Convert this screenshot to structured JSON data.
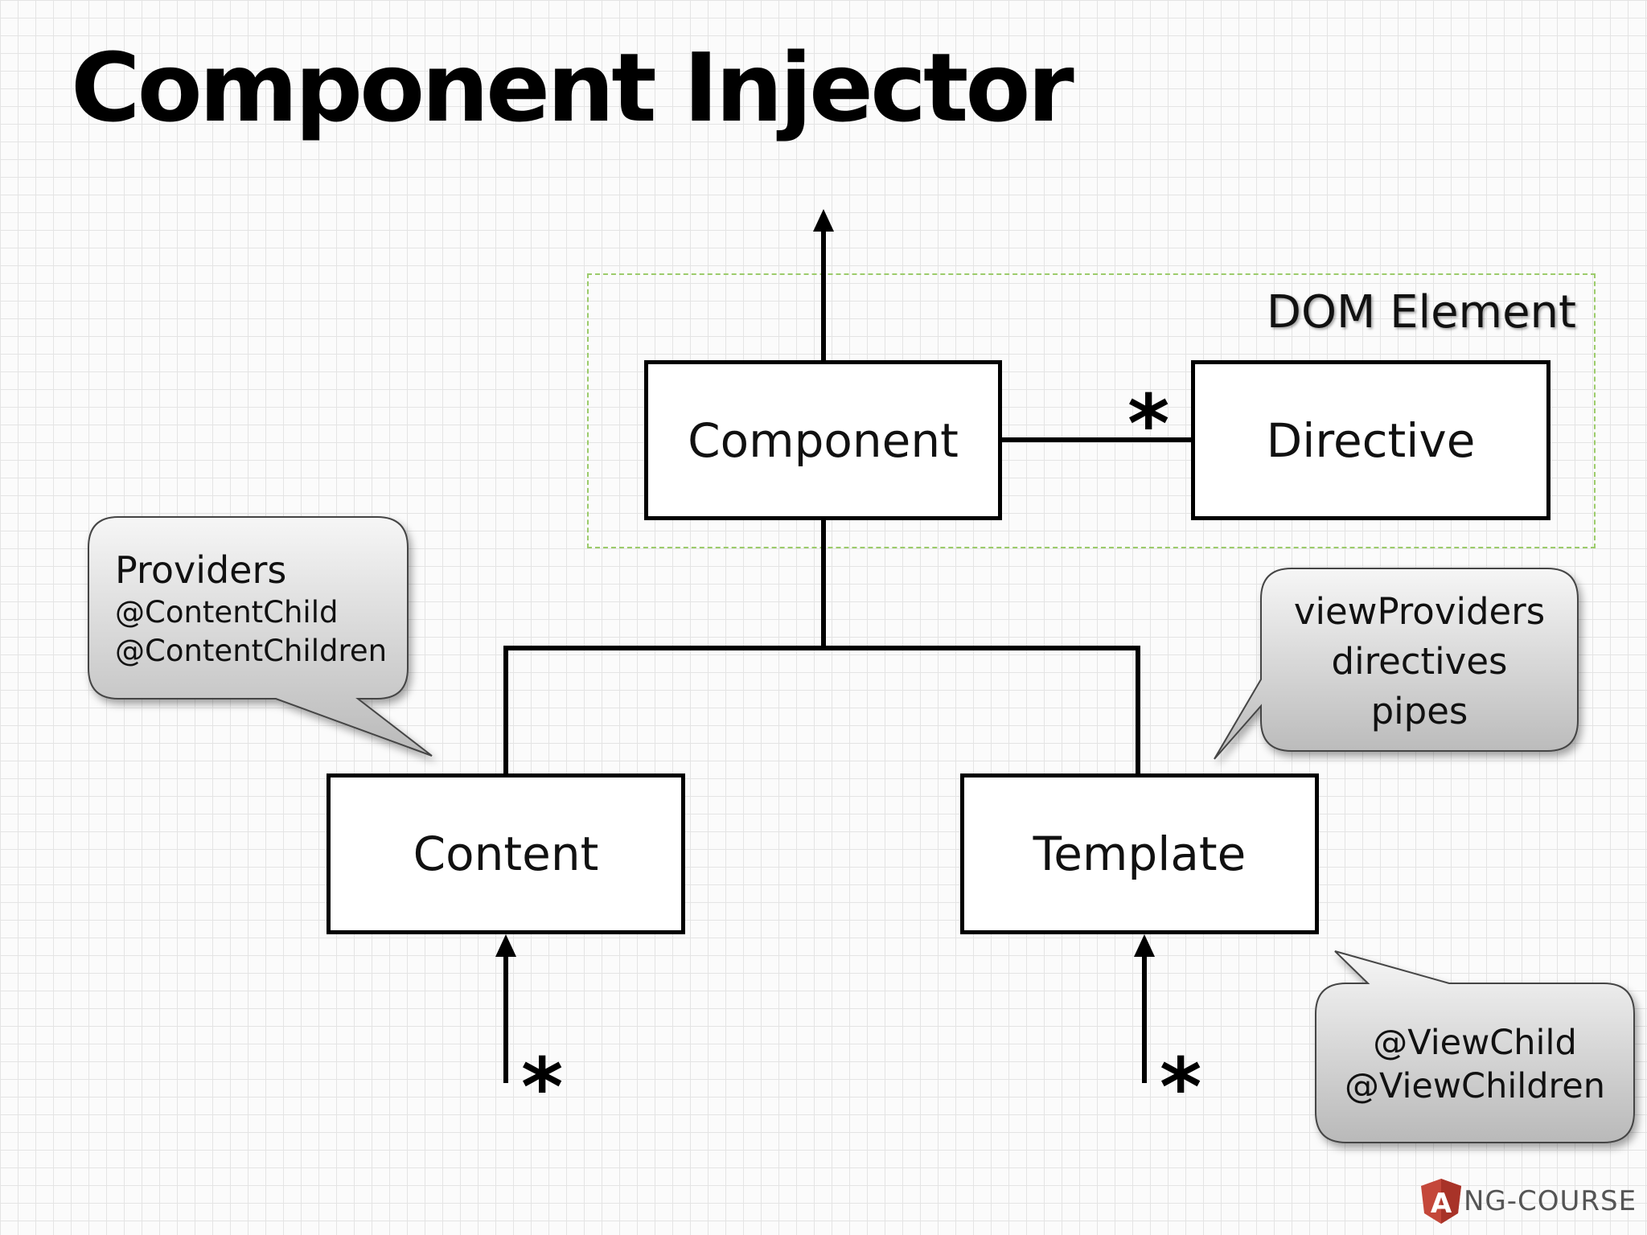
{
  "title": "Component Injector",
  "group": {
    "label": "DOM Element"
  },
  "nodes": {
    "component": "Component",
    "directive": "Directive",
    "content": "Content",
    "template": "Template"
  },
  "multiplicity": "*",
  "callouts": {
    "content": {
      "heading": "Providers",
      "lines": [
        "@ContentChild",
        "@ContentChildren"
      ]
    },
    "template": {
      "lines": [
        "viewProviders",
        "directives",
        "pipes"
      ]
    },
    "view": {
      "lines": [
        "@ViewChild",
        "@ViewChildren"
      ]
    }
  },
  "logo": {
    "letter": "A",
    "text": "NG-COURSE"
  }
}
